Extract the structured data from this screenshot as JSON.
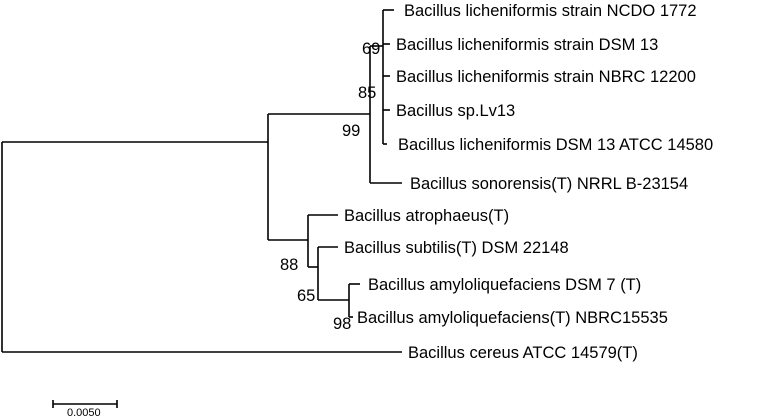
{
  "tree": {
    "taxa": [
      {
        "id": "ncdo1772",
        "label": "Bacillus licheniformis strain NCDO 1772"
      },
      {
        "id": "dsm13",
        "label": "Bacillus licheniformis strain DSM 13"
      },
      {
        "id": "nbrc12200",
        "label": "Bacillus licheniformis strain NBRC 12200"
      },
      {
        "id": "lv13",
        "label": "Bacillus sp.Lv13"
      },
      {
        "id": "dsm13atcc",
        "label": "Bacillus licheniformis DSM 13 ATCC 14580"
      },
      {
        "id": "sonorensis",
        "label": "Bacillus sonorensis(T) NRRL B-23154"
      },
      {
        "id": "atrophaeus",
        "label": "Bacillus atrophaeus(T)"
      },
      {
        "id": "subtilis",
        "label": "Bacillus subtilis(T) DSM 22148"
      },
      {
        "id": "amylo_dsm7",
        "label": "Bacillus amyloliquefaciens DSM 7 (T)"
      },
      {
        "id": "amylo_nbrc",
        "label": "Bacillus amyloliquefaciens(T) NBRC15535"
      },
      {
        "id": "cereus",
        "label": "Bacillus cereus ATCC 14579(T)"
      }
    ],
    "bootstrap_values": [
      {
        "id": "n69",
        "value": "69"
      },
      {
        "id": "n85",
        "value": "85"
      },
      {
        "id": "n99",
        "value": "99"
      },
      {
        "id": "n88",
        "value": "88"
      },
      {
        "id": "n65",
        "value": "65"
      },
      {
        "id": "n98",
        "value": "98"
      }
    ],
    "scale_bar": {
      "label": "0.0050"
    }
  }
}
